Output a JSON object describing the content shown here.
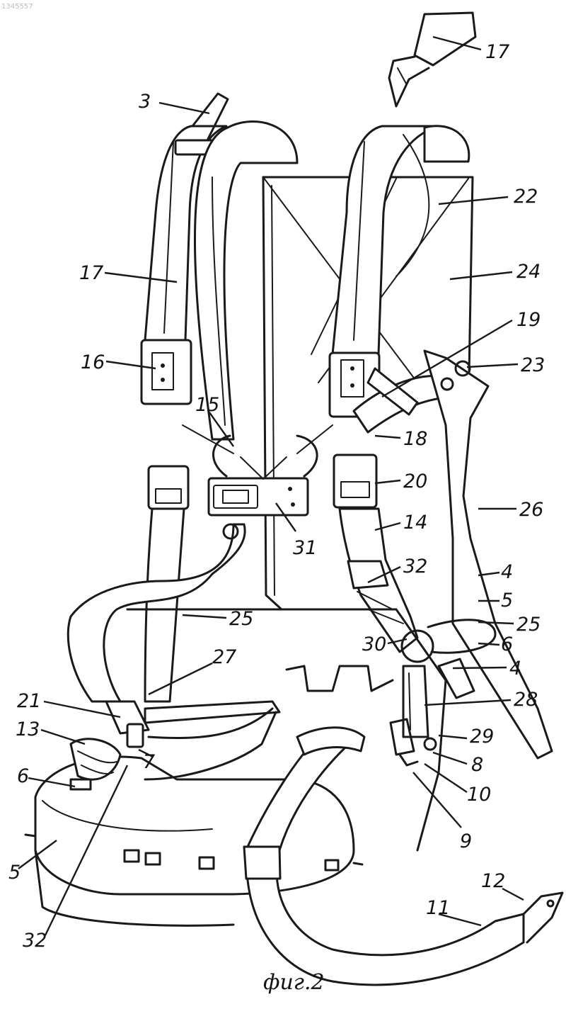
{
  "figure": {
    "caption": "фиг.2",
    "corner_mark": "1345557",
    "callouts": [
      {
        "id": "c-17-top",
        "text": "17"
      },
      {
        "id": "c-3",
        "text": "3"
      },
      {
        "id": "c-22",
        "text": "22"
      },
      {
        "id": "c-17-left",
        "text": "17"
      },
      {
        "id": "c-24",
        "text": "24"
      },
      {
        "id": "c-19",
        "text": "19"
      },
      {
        "id": "c-16",
        "text": "16"
      },
      {
        "id": "c-23",
        "text": "23"
      },
      {
        "id": "c-15",
        "text": "15"
      },
      {
        "id": "c-18",
        "text": "18"
      },
      {
        "id": "c-20",
        "text": "20"
      },
      {
        "id": "c-26",
        "text": "26"
      },
      {
        "id": "c-14",
        "text": "14"
      },
      {
        "id": "c-31",
        "text": "31"
      },
      {
        "id": "c-32-right",
        "text": "32"
      },
      {
        "id": "c-4-upper",
        "text": "4"
      },
      {
        "id": "c-5-right",
        "text": "5"
      },
      {
        "id": "c-25-right",
        "text": "25"
      },
      {
        "id": "c-25-mid",
        "text": "25"
      },
      {
        "id": "c-30",
        "text": "30"
      },
      {
        "id": "c-6-right",
        "text": "6"
      },
      {
        "id": "c-27",
        "text": "27"
      },
      {
        "id": "c-4-lower",
        "text": "4"
      },
      {
        "id": "c-21",
        "text": "21"
      },
      {
        "id": "c-28",
        "text": "28"
      },
      {
        "id": "c-13",
        "text": "13"
      },
      {
        "id": "c-29",
        "text": "29"
      },
      {
        "id": "c-7",
        "text": "7"
      },
      {
        "id": "c-8",
        "text": "8"
      },
      {
        "id": "c-6-left",
        "text": "6"
      },
      {
        "id": "c-10",
        "text": "10"
      },
      {
        "id": "c-9",
        "text": "9"
      },
      {
        "id": "c-5-left",
        "text": "5"
      },
      {
        "id": "c-12",
        "text": "12"
      },
      {
        "id": "c-11",
        "text": "11"
      },
      {
        "id": "c-32-left",
        "text": "32"
      }
    ]
  }
}
